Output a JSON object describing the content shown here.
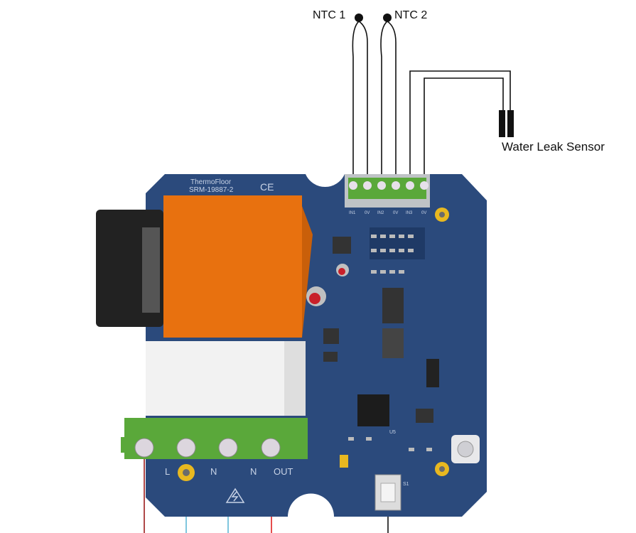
{
  "labels": {
    "ntc1": "NTC 1",
    "ntc2": "NTC 2",
    "water_leak": "Water Leak Sensor"
  },
  "board": {
    "brand": "ThermoFloor",
    "model": "SRM-19887-2",
    "ce_mark": "CE",
    "sensor_pins": [
      "IN1",
      "0V",
      "IN2",
      "0V",
      "IN3",
      "0V"
    ],
    "power_pins": [
      "L",
      "N",
      "N",
      "OUT"
    ],
    "button_label": "S1",
    "chip_label": "U5"
  },
  "colors": {
    "board": "#2b4a7c",
    "relay": "#e8710f",
    "terminal": "#5aa83a",
    "wire_live": "#9b1b1b",
    "wire_neutral": "#5fb7d6",
    "wire_out": "#e02020"
  }
}
